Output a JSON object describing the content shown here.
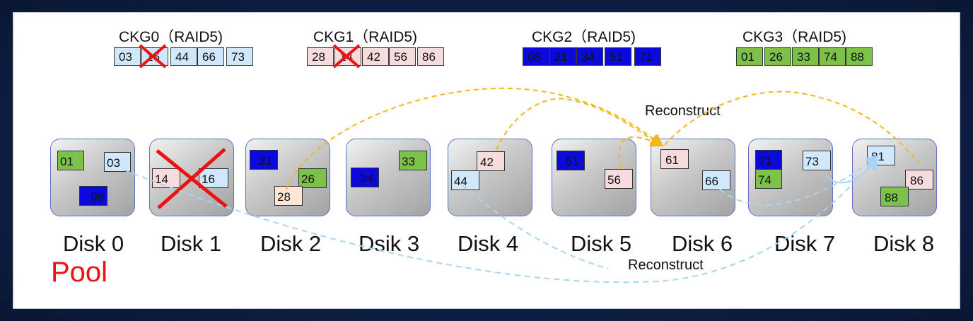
{
  "ckgs": [
    {
      "title": "CKG0（RAID5)",
      "cells": [
        "03",
        "16",
        "44",
        "66",
        "73"
      ],
      "color": "#cfe8fb"
    },
    {
      "title": "CKG1（RAID5)",
      "cells": [
        "28",
        "14",
        "42",
        "56",
        "86"
      ],
      "color": "#f6dcdc"
    },
    {
      "title": "CKG2（RAID5)",
      "cells": [
        "08",
        "21",
        "34",
        "51",
        "71"
      ],
      "color": "#0a0adc"
    },
    {
      "title": "CKG3（RAID5)",
      "cells": [
        "01",
        "26",
        "33",
        "74",
        "88"
      ],
      "color": "#7cc14a"
    }
  ],
  "disks": [
    {
      "label": "Disk 0",
      "blocks": [
        "01",
        "03",
        "08"
      ]
    },
    {
      "label": "Disk 1",
      "blocks": [
        "14",
        "16"
      ],
      "failed": true
    },
    {
      "label": "Disk 2",
      "blocks": [
        "21",
        "26",
        "28"
      ]
    },
    {
      "label": "Dsik 3",
      "blocks": [
        "33",
        "34"
      ]
    },
    {
      "label": "Disk 4",
      "blocks": [
        "42",
        "44"
      ]
    },
    {
      "label": "Disk 5",
      "blocks": [
        "51",
        "56"
      ]
    },
    {
      "label": "Disk 6",
      "blocks": [
        "61",
        "66"
      ]
    },
    {
      "label": "Disk 7",
      "blocks": [
        "71",
        "73",
        "74"
      ]
    },
    {
      "label": "Disk 8",
      "blocks": [
        "81",
        "86",
        "88"
      ]
    }
  ],
  "labels": {
    "reconstruct_top": "Reconstruct",
    "reconstruct_bottom": "Reconstruct",
    "pool": "Pool"
  },
  "colors": {
    "blue_light": "#cfe8fb",
    "pink_light": "#f6dcdc",
    "dark_blue": "#0a0adc",
    "green": "#7cc14a",
    "peach": "#fde6d8",
    "failure_mark": "#ee1111",
    "arrow_yellow": "#f3b71b",
    "arrow_blue": "#a9d4f5"
  }
}
